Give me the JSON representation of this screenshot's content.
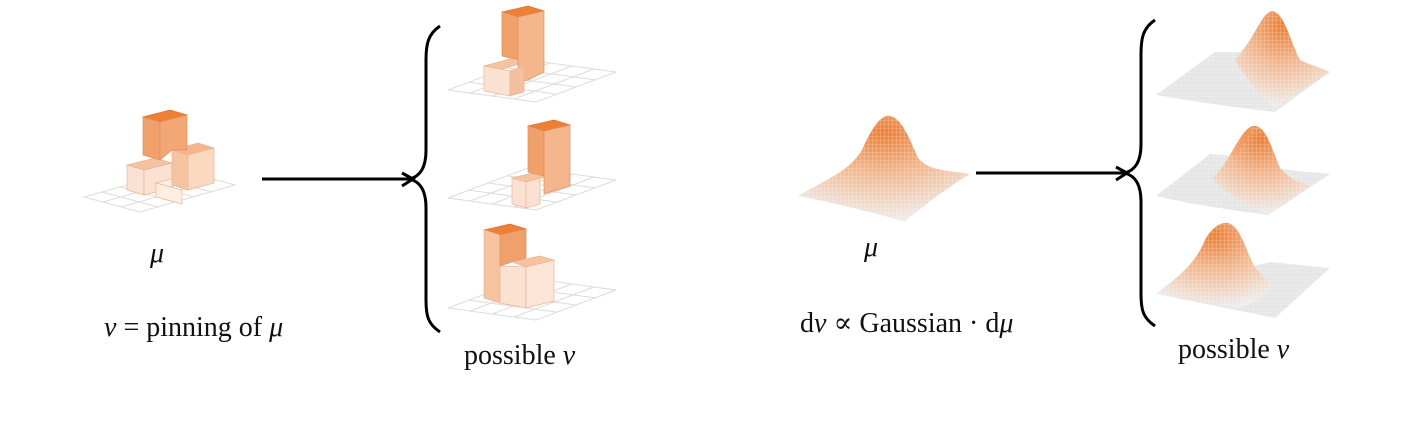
{
  "left_panel": {
    "source_label": "μ",
    "caption_prefix": "ν",
    "caption_mid": " = pinning of ",
    "caption_suffix": "μ",
    "targets_label_text": "possible ",
    "targets_label_var": "ν"
  },
  "right_panel": {
    "source_label": "μ",
    "caption_d1": "d",
    "caption_v": "ν",
    "caption_mid": " ∝ Gaussian · d",
    "caption_mu": "μ",
    "targets_label_text": "possible ",
    "targets_label_var": "ν"
  },
  "colors": {
    "orange_top": "#ee7f35",
    "orange_mid": "#f2a775",
    "orange_light": "#f6c3a0",
    "orange_pale": "#fbe1d2",
    "grid": "#d8d8d8",
    "ink": "#000000"
  }
}
